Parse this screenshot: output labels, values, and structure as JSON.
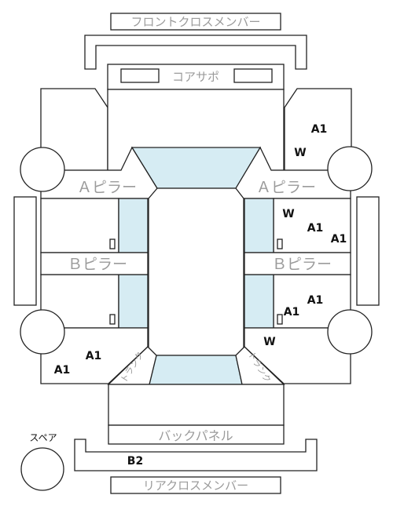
{
  "labels": {
    "front_cross_member": "フロントクロスメンバー",
    "core_support": "コアサポ",
    "a_pillar_left": "Ａピラー",
    "a_pillar_right": "Ａピラー",
    "b_pillar_left": "Ｂピラー",
    "b_pillar_right": "Ｂピラー",
    "trunk_left": "トランク",
    "trunk_right": "トランク",
    "back_panel": "バックパネル",
    "rear_cross_member": "リアクロスメンバー",
    "spare": "スペア"
  },
  "grades": {
    "fr_right_a1": "A1",
    "fr_right_w": "W",
    "right_upper_w": "W",
    "right_upper_a1": "A1",
    "right_upper_a1_2": "A1",
    "right_lower_a1": "A1",
    "right_lower_a1_2": "A1",
    "rr_right_w": "W",
    "rr_left_a1": "A1",
    "rr_left_a1_2": "A1",
    "trunk_b2": "B2"
  }
}
